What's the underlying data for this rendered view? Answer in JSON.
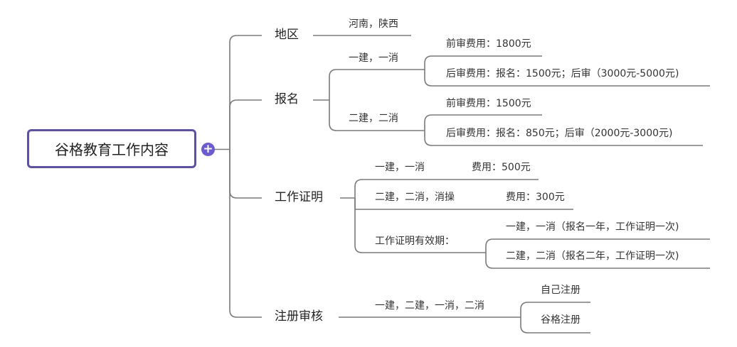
{
  "root": {
    "label": "谷格教育工作内容"
  },
  "region": {
    "label": "地区",
    "value": "河南，陕西"
  },
  "signup": {
    "label": "报名",
    "groups": [
      {
        "label": "一建，一消",
        "items": [
          "前审费用：1800元",
          "后审费用：报名：1500元；后审（3000元-5000元)"
        ]
      },
      {
        "label": "二建，二消",
        "items": [
          "前审费用：1500元",
          "后审费用：报名：850元；后审（2000元-3000元)"
        ]
      }
    ]
  },
  "work_cert": {
    "label": "工作证明",
    "fees": [
      {
        "label": "一建，一消",
        "fee": "费用：500元"
      },
      {
        "label": "二建，二消，消操",
        "fee": "费用：300元"
      }
    ],
    "validity": {
      "label": "工作证明有效期：",
      "items": [
        "一建，一消（报名一年，工作证明一次)",
        "二建，二消（报名二年，工作证明一次)"
      ]
    }
  },
  "registration": {
    "label": "注册审核",
    "group_label": "一建，二建，一消，二消",
    "items": [
      "自己注册",
      "谷格注册"
    ]
  }
}
